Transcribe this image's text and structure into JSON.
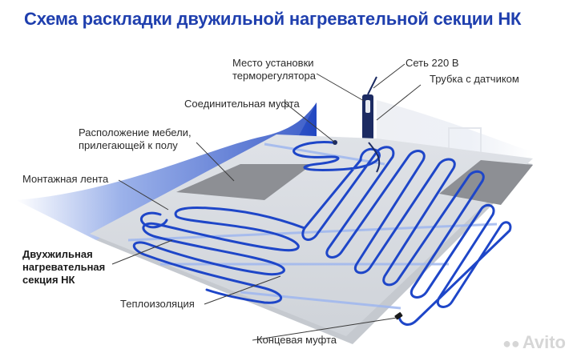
{
  "title": "Схема раскладки двужильной нагревательной секции НК",
  "labels": {
    "thermostat_place_line1": "Место установки",
    "thermostat_place_line2": "терморегулятора",
    "power": "Сеть 220 В",
    "sensor_tube": "Трубка с датчиком",
    "connecting_sleeve": "Соединительная муфта",
    "furniture_line1": "Расположение мебели,",
    "furniture_line2": "прилегающей к полу",
    "mounting_tape": "Монтажная лента",
    "section_line1": "Двухжильная",
    "section_line2": "нагревательная",
    "section_line3": "секция НК",
    "insulation": "Теплоизоляция",
    "end_sleeve": "Концевая муфта"
  },
  "watermark": "Avito",
  "colors": {
    "title": "#1f3fae",
    "cable": "#1e46c8",
    "wall": "#2f56c8",
    "floor": "#d4d7dd",
    "furniture": "#8d8f94"
  }
}
